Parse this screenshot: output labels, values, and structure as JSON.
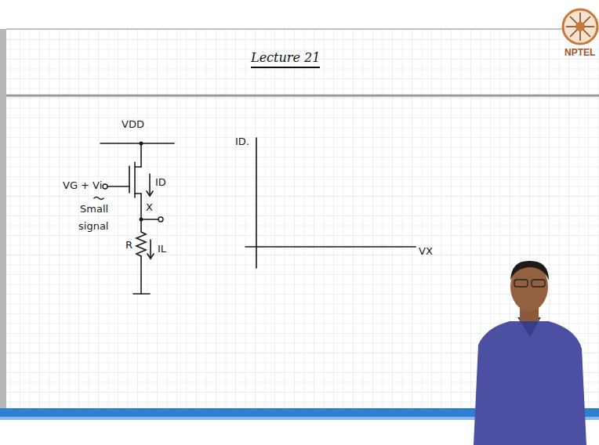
{
  "diagram": {
    "title": "Lecture 21",
    "labels": [
      "VDD",
      "VG + Vi",
      "Small",
      "signal",
      "ID",
      "X",
      "R",
      "IL",
      "ID.",
      "VX",
      "NPTEL"
    ]
  }
}
